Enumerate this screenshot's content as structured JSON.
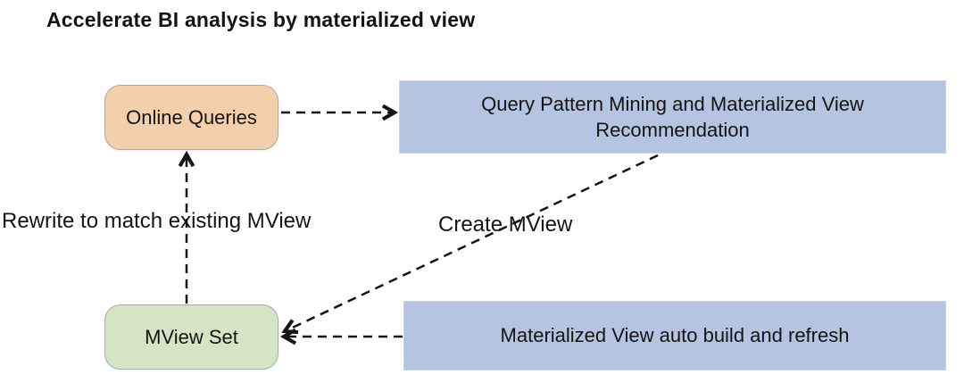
{
  "title": "Accelerate BI analysis by materialized view",
  "nodes": {
    "online_queries": {
      "label": "Online Queries"
    },
    "query_pattern_mining": {
      "label": "Query Pattern Mining and Materialized View Recommendation"
    },
    "mview_set": {
      "label": "MView Set"
    },
    "auto_build": {
      "label": "Materialized View auto build and refresh"
    }
  },
  "edges": {
    "rewrite_label": "Rewrite to match existing MView",
    "create_label": "Create MView"
  },
  "colors": {
    "online_fill": "#f4cfab",
    "online_border": "#ada9a5",
    "blue_fill": "#b5c4e0",
    "blue_border": "#c9d1e5",
    "green_fill": "#d5e4c4",
    "green_border": "#a3aeae",
    "arrow": "#141414",
    "text": "#141414"
  }
}
